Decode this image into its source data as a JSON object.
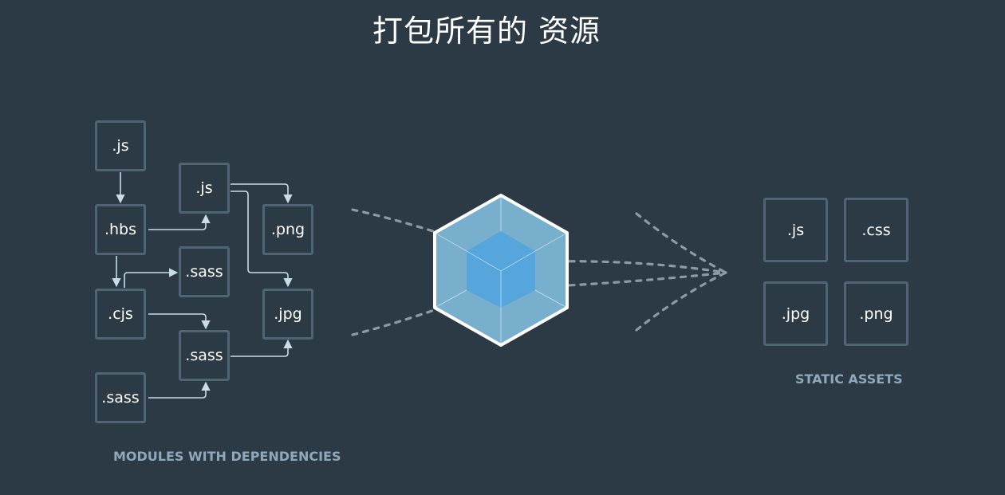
{
  "title": "打包所有的 资源",
  "modules": {
    "js_top": ".js",
    "hbs": ".hbs",
    "js_mid": ".js",
    "png": ".png",
    "sass_upper": ".sass",
    "cjs": ".cjs",
    "jpg": ".jpg",
    "sass_lower": ".sass",
    "sass_bottom": ".sass",
    "caption": "MODULES WITH DEPENDENCIES"
  },
  "assets": {
    "js": ".js",
    "css": ".css",
    "jpg": ".jpg",
    "png": ".png",
    "caption": "STATIC ASSETS"
  },
  "colors": {
    "background": "#2b3a45",
    "box_border": "#4f6574",
    "arrow": "#c8dde8",
    "cube_outer": "#78afcc",
    "cube_inner": "#56a5dd",
    "caption": "#8fa8bb"
  }
}
